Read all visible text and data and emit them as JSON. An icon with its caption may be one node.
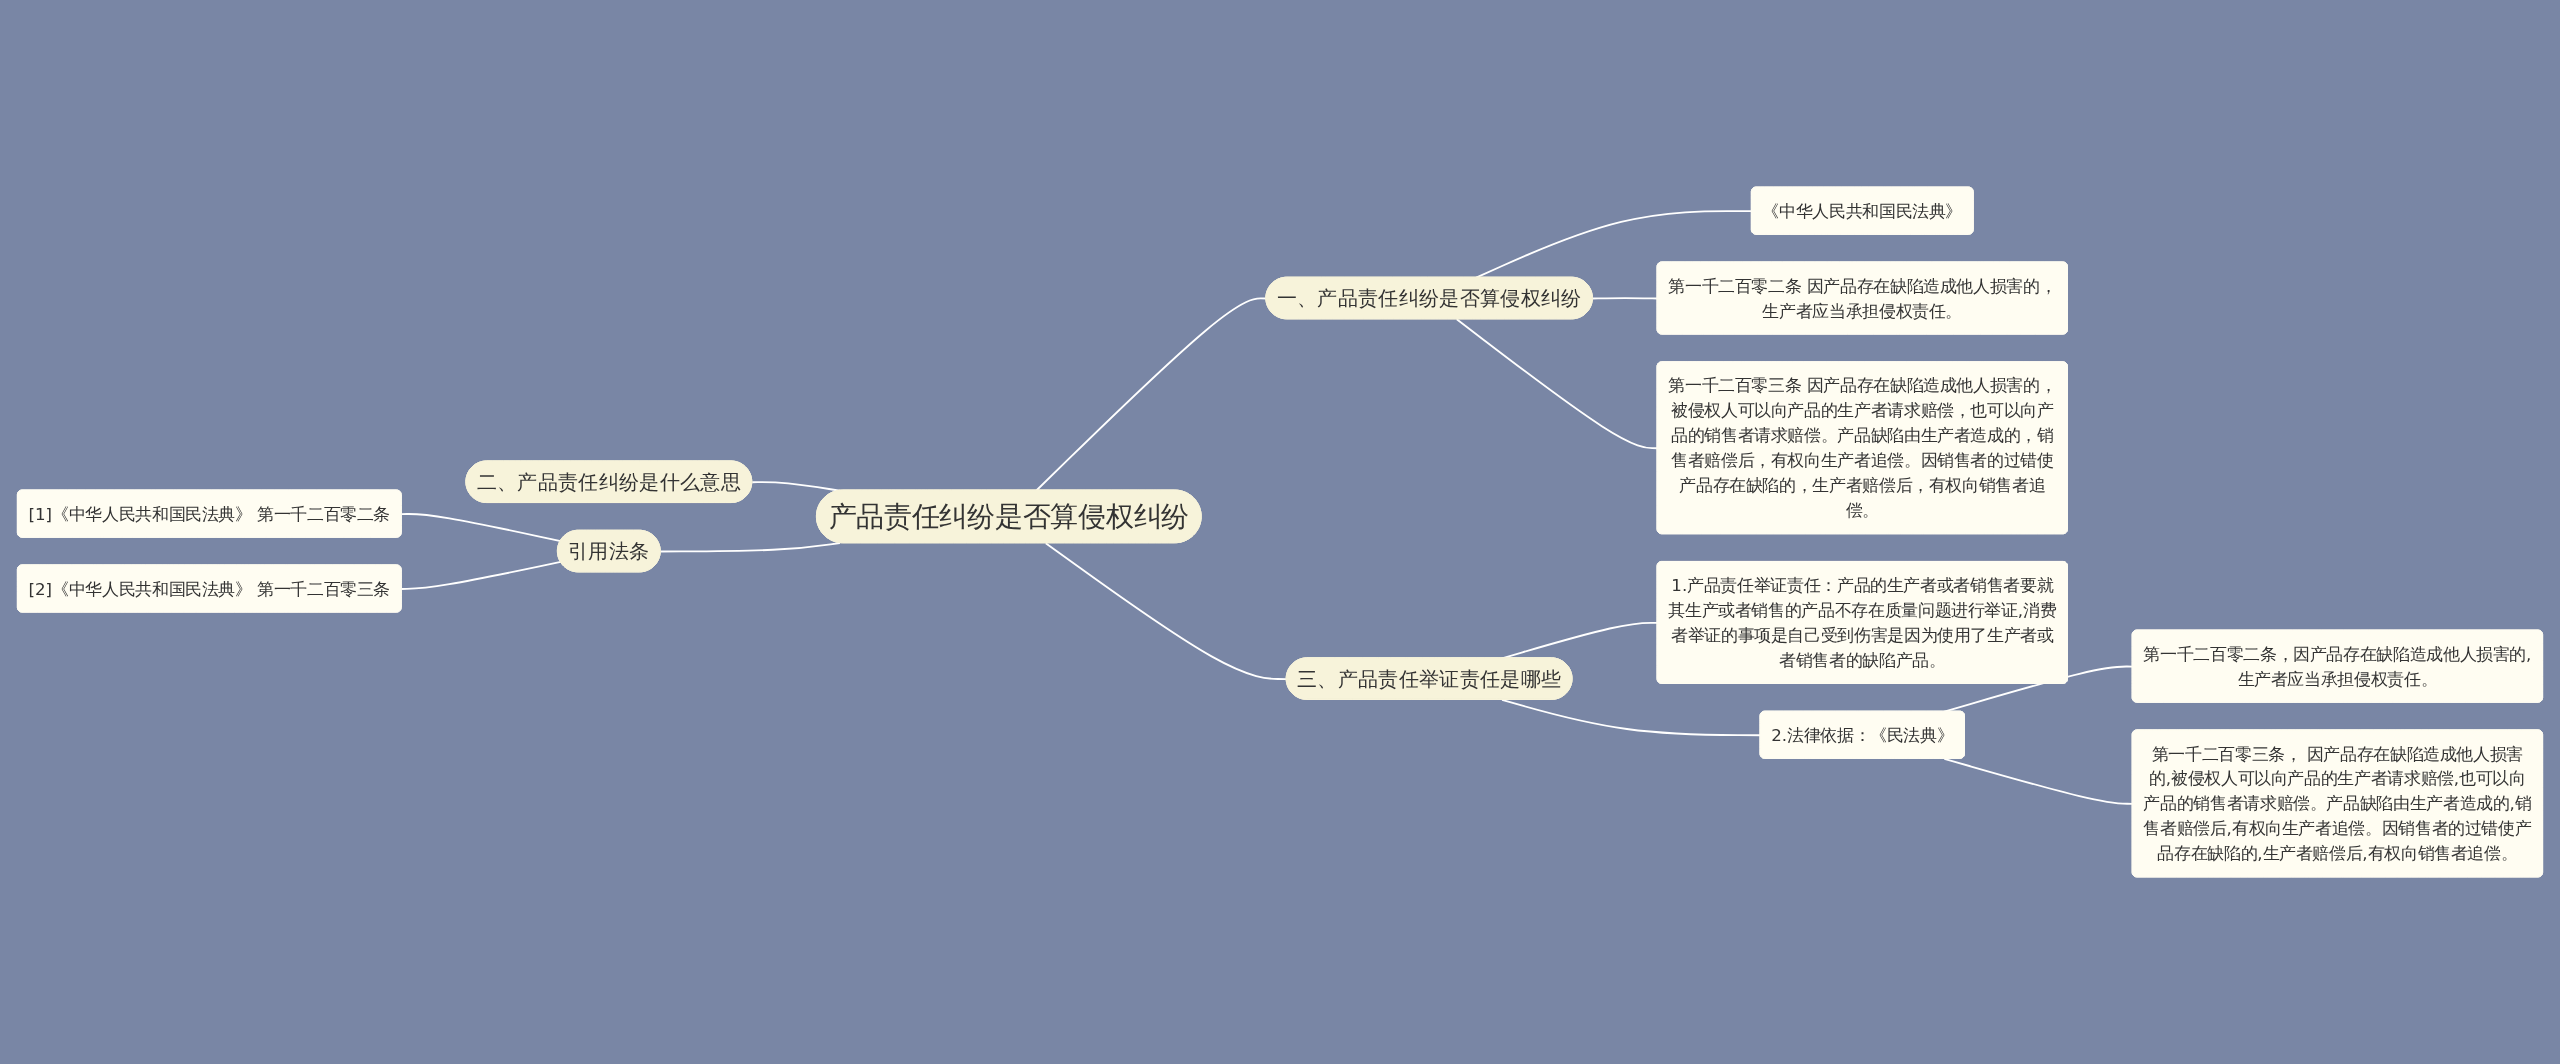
{
  "diagram": {
    "nodes": [
      {
        "text": [
          "产品责任纠纷是否算侵权纠纷"
        ]
      },
      {
        "text": [
          "一、产品责任纠纷是否算侵权纠纷"
        ]
      },
      {
        "text": [
          "《中华人民共和国民法典》"
        ]
      },
      {
        "text": [
          "第一千二百零二条 因产品存在缺陷造成他人损害的，生产者应当承担侵权责任。"
        ]
      },
      {
        "text": [
          "第一千二百零三条 因产品存在缺陷造成他人损害的，被侵权人可以向产品的生产者请求赔偿，也可以向产品的销售者请求赔偿。产品缺陷由生产者造成的，销售者赔偿后，有权向生产者追偿。因销售者的过错使产品存在缺陷的，生产者赔偿后，有权向销售者追偿。"
        ]
      },
      {
        "text": [
          "二、产品责任纠纷是什么意思"
        ]
      },
      {
        "text": [
          "引用法条"
        ]
      },
      {
        "text": [
          "[1]《中华人民共和国民法典》 第一千二百零二条"
        ]
      },
      {
        "text": [
          "[2]《中华人民共和国民法典》 第一千二百零三条"
        ]
      },
      {
        "text": [
          "三、产品责任举证责任是哪些"
        ]
      },
      {
        "text": [
          "1.产品责任举证责任：产品的生产者或者销售者要就其生产或者销售的产品不存在质量问题进行举证,消费者举证的事项是自己受到伤害是因为使用了生产者或者销售者的缺陷产品。"
        ]
      },
      {
        "text": [
          "2.法律依据：《民法典》"
        ]
      },
      {
        "text": [
          "第一千二百零二条，因产品存在缺陷造成他人损害的,生产者应当承担侵权责任。"
        ]
      },
      {
        "text": [
          "第一千二百零三条， 因产品存在缺陷造成他人损害的,被侵权人可以向产品的生产者请求赔偿,也可以向产品的销售者请求赔偿。产品缺陷由生产者造成的,销售者赔偿后,有权向生产者追偿。因销售者的过错使产品存在缺陷的,生产者赔偿后,有权向销售者追偿。"
        ]
      }
    ],
    "edges": [
      {
        "from": 0,
        "to": 1,
        "arrow": "none"
      },
      {
        "from": 1,
        "to": 2,
        "arrow": "none"
      },
      {
        "from": 1,
        "to": 3,
        "arrow": "none"
      },
      {
        "from": 1,
        "to": 4,
        "arrow": "none"
      },
      {
        "from": 0,
        "to": 5,
        "arrow": "none"
      },
      {
        "from": 0,
        "to": 6,
        "arrow": "none"
      },
      {
        "from": 6,
        "to": 7,
        "arrow": "none"
      },
      {
        "from": 6,
        "to": 8,
        "arrow": "none"
      },
      {
        "from": 0,
        "to": 9,
        "arrow": "none"
      },
      {
        "from": 9,
        "to": 10,
        "arrow": "none"
      },
      {
        "from": 9,
        "to": 11,
        "arrow": "none"
      },
      {
        "from": 11,
        "to": 12,
        "arrow": "none"
      },
      {
        "from": 11,
        "to": 13,
        "arrow": "none"
      }
    ]
  }
}
